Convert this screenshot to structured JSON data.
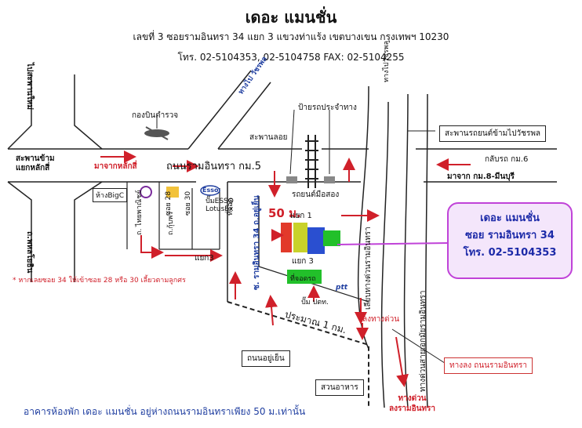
{
  "header": {
    "title": "เดอะ แมนชั่น",
    "address": "เลขที่ 3  ซอยรามอินทรา 34  แยก 3  แขวงท่าแร้ง  เขตบางเขน  กรุงเทพฯ  10230",
    "phones": "โทร.  02-5104353,   02-5104758    FAX:  02-5104255"
  },
  "roads": {
    "main_road": "ถนนรามอินทรา  กม.5",
    "left_vertical": "ไปสะพานใหม่",
    "phaholyothin": "ถ.พหลโยธิน",
    "bridge_left": "สะพานข้าม\nแยกหลักสี่",
    "from_laksi": "มาจากหลักสี่",
    "to_watcharaphon_top": "ทางไป วัชรพล",
    "to_watcharaphon_right": "ทางไปวัชรพล",
    "floating_bridge": "สะพานลอย",
    "bus_stop": "ป้ายรถประจำทาง",
    "car_bridge": "สะพานรถยนต์ข้ามไปวัชรพล",
    "u_turn_km6": "กลับรถ กม.6",
    "from_minburi": "มาจาก กม.8-มีนบุรี",
    "used_car_lot": "รถยนต์มือสอง",
    "soi_ramintra34": "ซ. รามอินทรา 34  ถ.อยู่เย็น",
    "distance_50m": "50 ม.",
    "junction1": "แยก 1",
    "junction3": "แยก 3",
    "junction3_left": "แยก3",
    "empty_land": "ที่จอดรถ",
    "ptt_gas": "ปั๊ม ปตท.",
    "ptt_logo": "ptt",
    "parallel_road": "เลียบทางด่วนรามอินทรา",
    "expressway": "ทางด่วนสายเอกมัยรามอินทรา",
    "approx_1km": "ประมาณ  1  กม.",
    "yuyen_road": "ถนนอยู่เย็น",
    "down_expressway": "ลงทางด่วน",
    "exit_ramintra": "ทางลง ถนนรามอินทรา",
    "food_garden": "สวนอาหาร",
    "express_exit": "ทางด่วน\nลงรามอินทรา",
    "police_post": "กองบินตำรวจ",
    "bigc": "ห้างBigC",
    "soi_thaiphanit": "ถ. ไทยพาณิชย์",
    "soi28": "ซอย 28",
    "soi_kubhon": "ถ.กุ้บพร",
    "soi30": "ซอย 30",
    "esso_pump": "ปั๊มESSO",
    "lotus": "LotusEx",
    "esso_logo": "Esso",
    "tesco_lot": "ที่จอด"
  },
  "note": "* หากเลยซอย 34 ให้เข้าซอย 28 หรือ 30 เลี้ยวตามลูกศร",
  "callout": {
    "line1": "เดอะ  แมนชั่น",
    "line2": "ซอย  รามอินทรา 34",
    "line3": "โทร.  02-5104353"
  },
  "footer": "อาคารห้องพัก เดอะ แมนชั่น อยู่ห่างถนนรามอินทราเพียง 50 ม.เท่านั้น",
  "colors": {
    "arrow_red": "#d0202a",
    "callout_border": "#c043d8",
    "callout_fill": "#f4e6fb",
    "callout_text": "#1c2aa8",
    "building_green": "#22c02a",
    "building_blue": "#2a4fd0"
  }
}
